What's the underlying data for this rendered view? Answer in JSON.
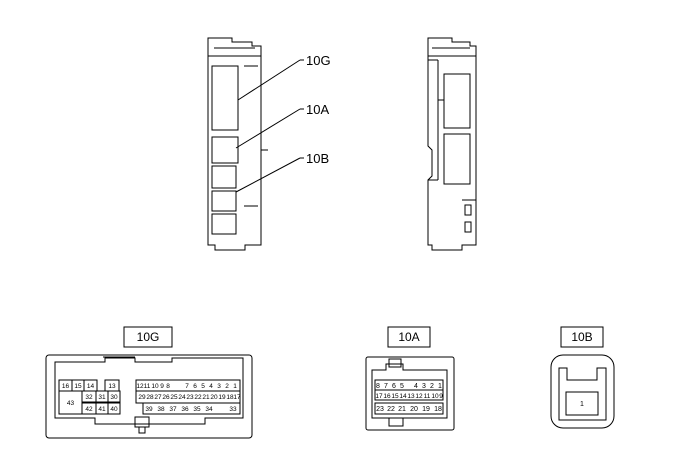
{
  "callouts": {
    "c10g": "10G",
    "c10a": "10A",
    "c10b": "10B"
  },
  "labels": {
    "g": "10G",
    "a": "10A",
    "b": "10B"
  },
  "pins_10g": {
    "p16": "16",
    "p15": "15",
    "p14": "14",
    "p13": "13",
    "p43": "43",
    "p32": "32",
    "p31": "31",
    "p30": "30",
    "p42": "42",
    "p41": "41",
    "p40": "40",
    "p12": "12",
    "p11": "11",
    "p10": "10",
    "p9": "9",
    "p8": "8",
    "p7": "7",
    "p6": "6",
    "p5": "5",
    "p4": "4",
    "p3": "3",
    "p2": "2",
    "p1": "1",
    "p29": "29",
    "p28": "28",
    "p27": "27",
    "p26": "26",
    "p25": "25",
    "p24": "24",
    "p23": "23",
    "p22": "22",
    "p21": "21",
    "p20": "20",
    "p19": "19",
    "p18": "18",
    "p17": "17",
    "p39": "39",
    "p38": "38",
    "p37": "37",
    "p36": "36",
    "p35": "35",
    "p34": "34",
    "p33": "33"
  },
  "pins_10a": {
    "p8": "8",
    "p7": "7",
    "p6": "6",
    "p5": "5",
    "p4": "4",
    "p3": "3",
    "p2": "2",
    "p1": "1",
    "p17": "17",
    "p16": "16",
    "p15": "15",
    "p14": "14",
    "p13": "13",
    "p12": "12",
    "p11": "11",
    "p10": "10",
    "p9": "9",
    "p23": "23",
    "p22": "22",
    "p21": "21",
    "p20": "20",
    "p19": "19",
    "p18": "18"
  },
  "pins_10b": {
    "p1": "1"
  }
}
